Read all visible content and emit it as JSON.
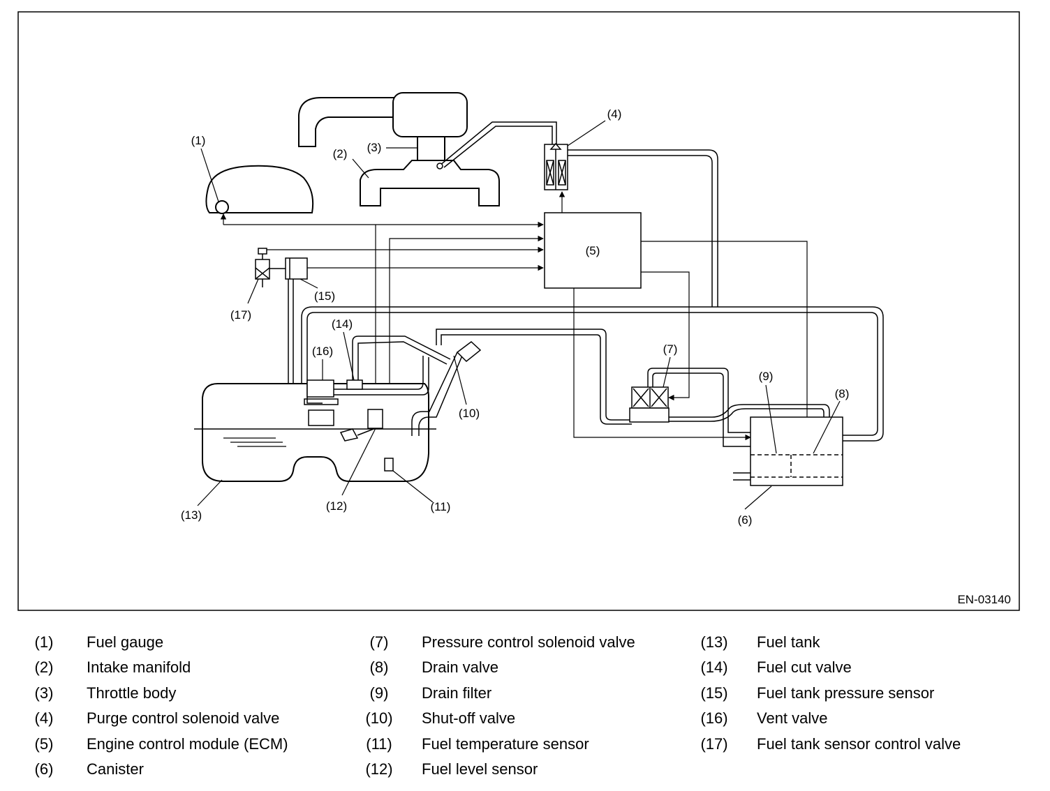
{
  "figure_id": "EN-03140",
  "callouts": {
    "c1": "(1)",
    "c2": "(2)",
    "c3": "(3)",
    "c4": "(4)",
    "c5": "(5)",
    "c6": "(6)",
    "c7": "(7)",
    "c8": "(8)",
    "c9": "(9)",
    "c10": "(10)",
    "c11": "(11)",
    "c12": "(12)",
    "c13": "(13)",
    "c14": "(14)",
    "c15": "(15)",
    "c16": "(16)",
    "c17": "(17)"
  },
  "legend": [
    {
      "num": "(1)",
      "label": "Fuel gauge"
    },
    {
      "num": "(2)",
      "label": "Intake manifold"
    },
    {
      "num": "(3)",
      "label": "Throttle body"
    },
    {
      "num": "(4)",
      "label": "Purge control solenoid valve"
    },
    {
      "num": "(5)",
      "label": "Engine control module (ECM)"
    },
    {
      "num": "(6)",
      "label": "Canister"
    },
    {
      "num": "(7)",
      "label": "Pressure control solenoid valve"
    },
    {
      "num": "(8)",
      "label": "Drain valve"
    },
    {
      "num": "(9)",
      "label": "Drain filter"
    },
    {
      "num": "(10)",
      "label": "Shut-off valve"
    },
    {
      "num": "(11)",
      "label": "Fuel temperature sensor"
    },
    {
      "num": "(12)",
      "label": "Fuel level sensor"
    },
    {
      "num": "(13)",
      "label": "Fuel tank"
    },
    {
      "num": "(14)",
      "label": "Fuel cut valve"
    },
    {
      "num": "(15)",
      "label": "Fuel tank pressure sensor"
    },
    {
      "num": "(16)",
      "label": "Vent valve"
    },
    {
      "num": "(17)",
      "label": "Fuel tank sensor control valve"
    }
  ]
}
